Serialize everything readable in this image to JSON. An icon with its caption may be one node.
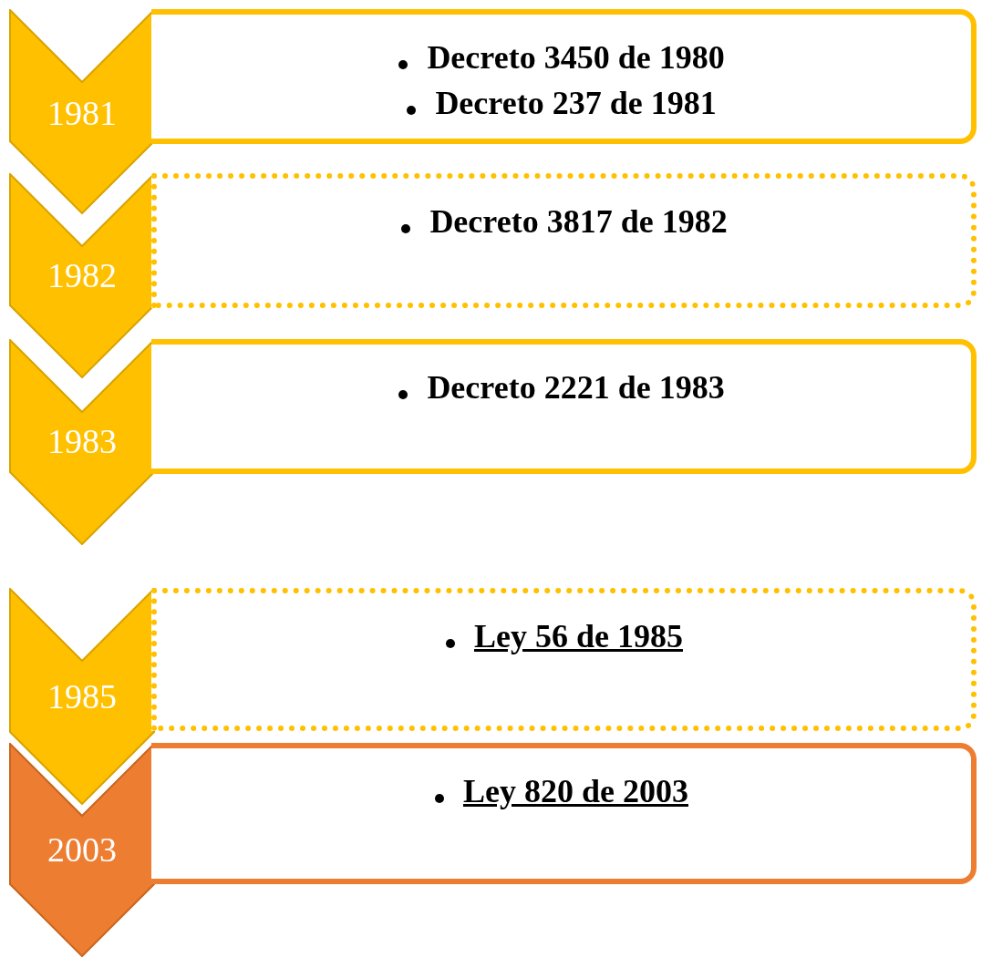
{
  "diagram": {
    "nodes": [
      {
        "text": [
          "1981"
        ]
      },
      {
        "text": [
          "Decreto 3450 de 1980",
          "Decreto 237 de 1981"
        ]
      },
      {
        "text": [
          "1982"
        ]
      },
      {
        "text": [
          "Decreto 3817 de 1982"
        ]
      },
      {
        "text": [
          "1983"
        ]
      },
      {
        "text": [
          "Decreto 2221 de 1983"
        ]
      },
      {
        "text": [
          "1985"
        ]
      },
      {
        "text": [
          "Ley 56 de 1985"
        ]
      },
      {
        "text": [
          "2003"
        ]
      },
      {
        "text": [
          "Ley 820 de 2003"
        ]
      }
    ]
  }
}
